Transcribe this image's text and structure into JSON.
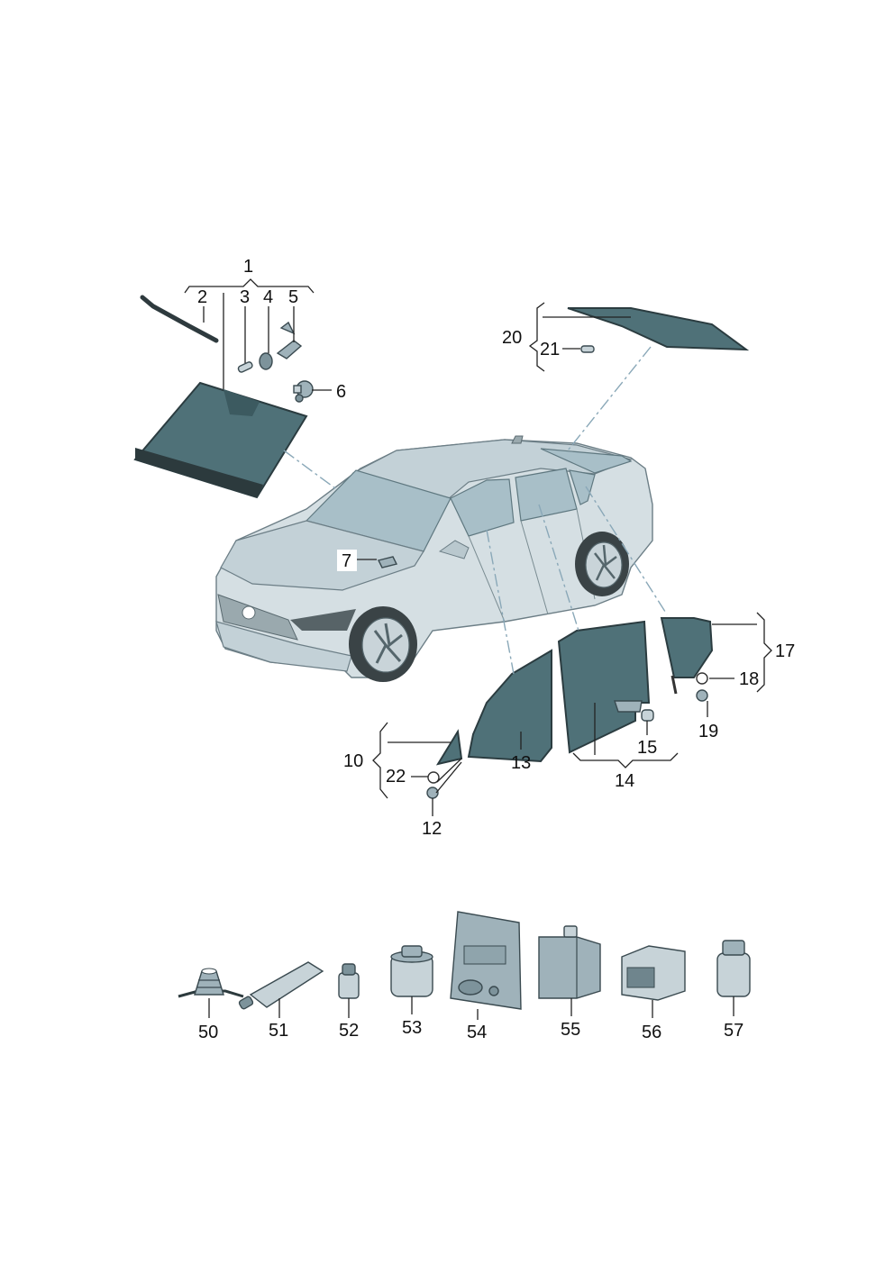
{
  "callouts": {
    "c1": "1",
    "c2": "2",
    "c3": "3",
    "c4": "4",
    "c5": "5",
    "c6": "6",
    "c7": "7",
    "c10": "10",
    "c12": "12",
    "c13": "13",
    "c14": "14",
    "c15": "15",
    "c17": "17",
    "c18": "18",
    "c19": "19",
    "c20": "20",
    "c21": "21",
    "c22": "22",
    "c50": "50",
    "c51": "51",
    "c52": "52",
    "c53": "53",
    "c54": "54",
    "c55": "55",
    "c56": "56",
    "c57": "57"
  },
  "colors": {
    "glass": "#4f7178",
    "car_body": "#d5dfe3",
    "leader_line": "#222222",
    "dash_line": "#8aa8b8"
  }
}
